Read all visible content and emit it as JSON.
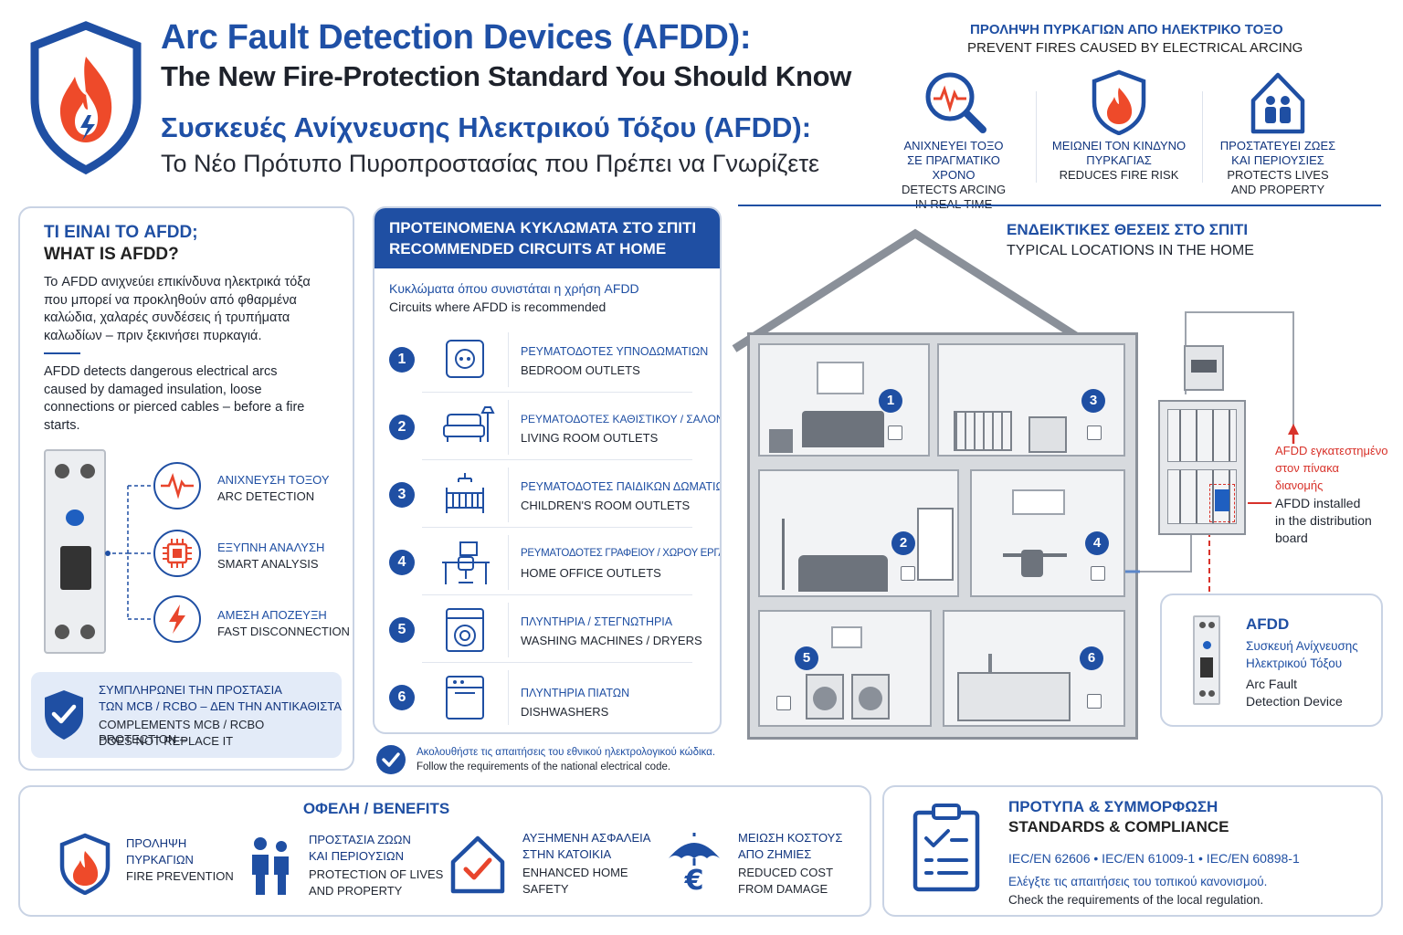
{
  "header": {
    "title_en": "Arc Fault Detection Devices (AFDD):",
    "subtitle_en": "The New Fire-Protection Standard You Should Know",
    "title_gr": "Συσκευές Ανίχνευσης Ηλεκτρικού Τόξου (AFDD):",
    "subtitle_gr": "Το Νέο Πρότυπο Πυροπροστασίας που Πρέπει να Γνωρίζετε"
  },
  "prevent": {
    "title_gr": "ΠΡΟΛΗΨΗ ΠΥΡΚΑΓΙΩΝ ΑΠΟ ΗΛΕΚΤΡΙΚΟ ΤΟΞΟ",
    "title_en": "PREVENT FIRES CAUSED BY ELECTRICAL ARCING",
    "items": [
      {
        "icon": "magnifier-pulse-icon",
        "gr1": "ΑΝΙΧΝΕΥΕΙ ΤΟΞΟ",
        "gr2": "ΣΕ ΠΡΑΓΜΑΤΙΚΟ ΧΡΟΝΟ",
        "en1": "DETECTS ARCING",
        "en2": "IN REAL TIME"
      },
      {
        "icon": "shield-flame-icon",
        "gr1": "ΜΕΙΩΝΕΙ ΤΟΝ ΚΙΝΔΥΝΟ",
        "gr2": "ΠΥΡΚΑΓΙΑΣ",
        "en1": "REDUCES FIRE RISK",
        "en2": ""
      },
      {
        "icon": "house-family-icon",
        "gr1": "ΠΡΟΣΤΑΤΕΥΕΙ ΖΩΕΣ",
        "gr2": "ΚΑΙ ΠΕΡΙΟΥΣΙΕΣ",
        "en1": "PROTECTS LIVES",
        "en2": "AND PROPERTY"
      }
    ]
  },
  "what": {
    "title_gr": "ΤΙ ΕΙΝΑΙ ΤΟ AFDD;",
    "title_en": "WHAT IS AFDD?",
    "text_gr": "Το AFDD ανιχνεύει επικίνδυνα ηλεκτρικά τόξα που μπορεί να προκληθούν από φθαρμένα καλώδια, χαλαρές συνδέσεις ή τρυπήματα καλωδίων – πριν ξεκινήσει πυρκαγιά.",
    "text_en": "AFDD detects dangerous electrical arcs caused by damaged insulation, loose connections or pierced cables – before a fire starts.",
    "features": [
      {
        "gr": "ΑΝΙΧΝΕΥΣΗ ΤΟΞΟΥ",
        "en": "ARC DETECTION"
      },
      {
        "gr": "ΕΞΥΠΝΗ ΑΝΑΛΥΣΗ",
        "en": "SMART ANALYSIS"
      },
      {
        "gr": "ΑΜΕΣΗ ΑΠΟΖΕΥΞΗ",
        "en": "FAST DISCONNECTION"
      }
    ],
    "note_gr1": "ΣΥΜΠΛΗΡΩΝΕΙ ΤΗΝ ΠΡΟΣΤΑΣΙΑ",
    "note_gr2": "ΤΩΝ MCB / RCBO – ΔΕΝ ΤΗΝ ΑΝΤΙΚΑΘΙΣΤΑ",
    "note_en1": "COMPLEMENTS MCB / RCBO PROTECTION –",
    "note_en2": "DOES NOT REPLACE IT"
  },
  "circuits": {
    "title_gr": "ΠΡΟΤΕΙΝΟΜΕΝΑ ΚΥΚΛΩΜΑΤΑ ΣΤΟ ΣΠΙΤΙ",
    "title_en": "RECOMMENDED CIRCUITS AT HOME",
    "intro_gr": "Κυκλώματα όπου συνιστάται η χρήση AFDD",
    "intro_en": "Circuits where AFDD is recommended",
    "items": [
      {
        "n": "1",
        "gr": "ΡΕΥΜΑΤΟΔΟΤΕΣ ΥΠΝΟΔΩΜΑΤΙΩΝ",
        "en": "BEDROOM OUTLETS"
      },
      {
        "n": "2",
        "gr": "ΡΕΥΜΑΤΟΔΟΤΕΣ ΚΑΘΙΣΤΙΚΟΥ / ΣΑΛΟΝΙΟΥ",
        "en": "LIVING ROOM OUTLETS"
      },
      {
        "n": "3",
        "gr": "ΡΕΥΜΑΤΟΔΟΤΕΣ ΠΑΙΔΙΚΩΝ ΔΩΜΑΤΙΩΝ",
        "en": "CHILDREN'S ROOM OUTLETS"
      },
      {
        "n": "4",
        "gr": "ΡΕΥΜΑΤΟΔΟΤΕΣ ΓΡΑΦΕΙΟΥ / ΧΩΡΟΥ ΕΡΓΑΣΙΑΣ",
        "en": "HOME OFFICE OUTLETS"
      },
      {
        "n": "5",
        "gr": "ΠΛΥΝΤΗΡΙΑ / ΣΤΕΓΝΩΤΗΡΙΑ",
        "en": "WASHING MACHINES / DRYERS"
      },
      {
        "n": "6",
        "gr": "ΠΛΥΝΤΗΡΙΑ ΠΙΑΤΩΝ",
        "en": "DISHWASHERS"
      }
    ],
    "follow_gr": "Ακολουθήστε τις απαιτήσεις του εθνικού ηλεκτρολογικού κώδικα.",
    "follow_en": "Follow the requirements of the national electrical code."
  },
  "home": {
    "title_gr": "ΕΝΔΕΙΚΤΙΚΕΣ ΘΕΣΕΙΣ ΣΤΟ ΣΠΙΤΙ",
    "title_en": "TYPICAL LOCATIONS IN THE HOME",
    "rooms": [
      "1",
      "2",
      "3",
      "4",
      "5",
      "6"
    ],
    "installed_gr1": "AFDD εγκατεστημένο",
    "installed_gr2": "στον πίνακα",
    "installed_gr3": "διανομής",
    "installed_en1": "AFDD installed",
    "installed_en2": "in the distribution",
    "installed_en3": "board",
    "legend_title": "AFDD",
    "legend_gr1": "Συσκευή Ανίχνευσης",
    "legend_gr2": "Ηλεκτρικού Τόξου",
    "legend_en1": "Arc Fault",
    "legend_en2": "Detection Device"
  },
  "benefits": {
    "title": "ΟΦΕΛΗ / BENEFITS",
    "items": [
      {
        "icon": "shield-flame-icon",
        "gr1": "ΠΡΟΛΗΨΗ",
        "gr2": "ΠΥΡΚΑΓΙΩΝ",
        "en1": "FIRE PREVENTION",
        "en2": ""
      },
      {
        "icon": "family-icon",
        "gr1": "ΠΡΟΣΤΑΣΙΑ ΖΩΩΝ",
        "gr2": "ΚΑΙ ΠΕΡΙΟΥΣΙΩΝ",
        "en1": "PROTECTION OF LIVES",
        "en2": "AND PROPERTY"
      },
      {
        "icon": "house-check-icon",
        "gr1": "ΑΥΞΗΜΕΝΗ ΑΣΦΑΛΕΙΑ",
        "gr2": "ΣΤΗΝ ΚΑΤΟΙΚΙΑ",
        "en1": "ENHANCED HOME",
        "en2": "SAFETY"
      },
      {
        "icon": "umbrella-euro-icon",
        "gr1": "ΜΕΙΩΣΗ ΚΟΣΤΟΥΣ",
        "gr2": "ΑΠΟ ΖΗΜΙΕΣ",
        "en1": "REDUCED COST",
        "en2": "FROM DAMAGE"
      }
    ]
  },
  "standards": {
    "title_gr": "ΠΡΟΤΥΠΑ & ΣΥΜΜΟΡΦΩΣΗ",
    "title_en": "STANDARDS & COMPLIANCE",
    "list": "IEC/EN 62606 • IEC/EN 61009-1 • IEC/EN 60898-1",
    "check_gr": "Ελέγξτε τις απαιτήσεις του τοπικού κανονισμού.",
    "check_en": "Check the requirements of the local regulation."
  },
  "colors": {
    "accent": "#1f4fa3",
    "fire": "#e8452c",
    "alert": "#d8322a"
  }
}
